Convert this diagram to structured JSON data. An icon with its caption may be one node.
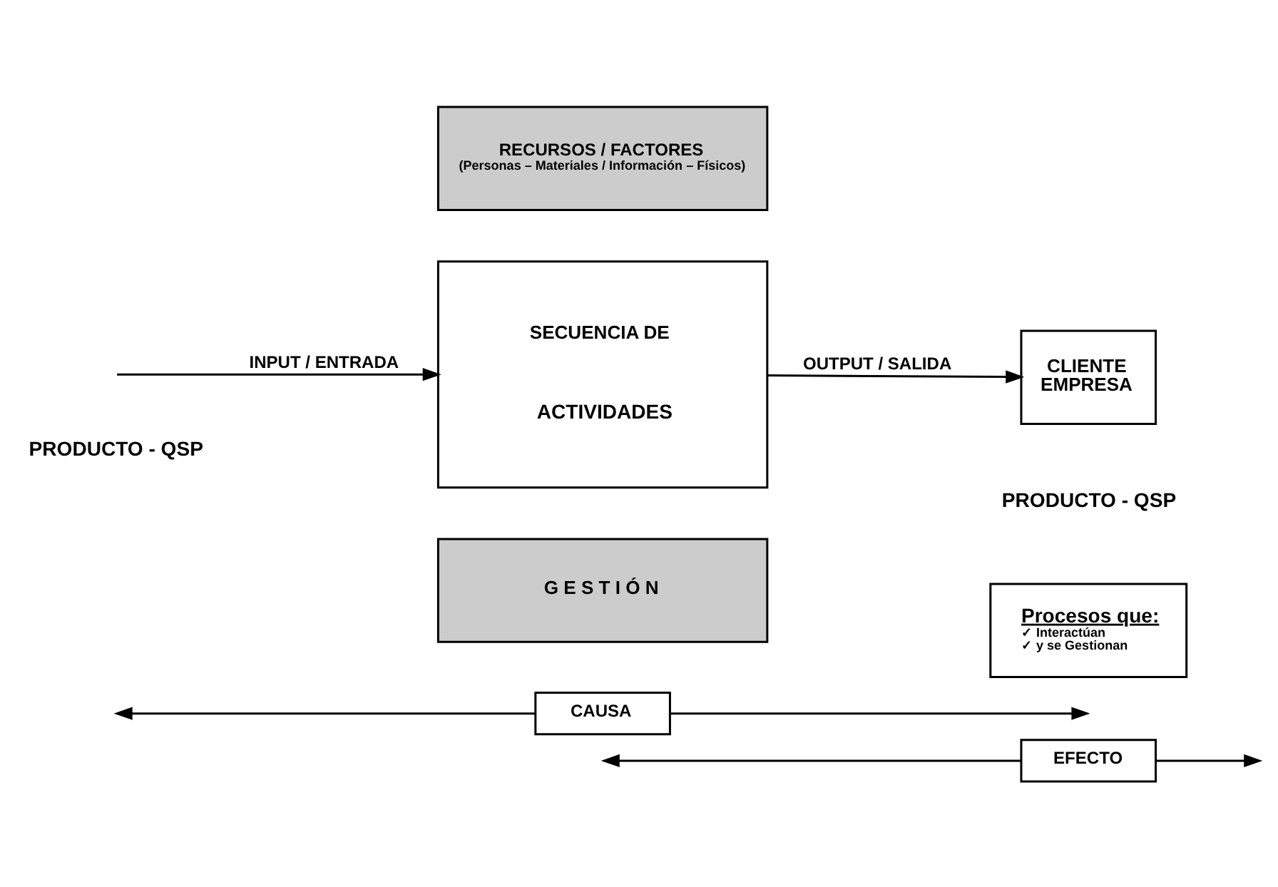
{
  "diagram": {
    "nodes": [
      {
        "text": [
          "RECURSOS / FACTORES",
          "(Personas – Materiales / Información – Físicos)"
        ]
      },
      {
        "text": [
          "SECUENCIA DE",
          "ACTIVIDADES"
        ]
      },
      {
        "text": [
          "G E S T I Ó N"
        ]
      },
      {
        "text": [
          "CLIENTE",
          "EMPRESA"
        ]
      },
      {
        "text": [
          "Procesos que:",
          "✓ Interactúan",
          "✓ y se Gestionan"
        ]
      },
      {
        "text": [
          "CAUSA"
        ]
      },
      {
        "text": [
          "EFECTO"
        ]
      }
    ],
    "edges": [
      {
        "from": null,
        "to": 1,
        "arrow": "to",
        "label": "INPUT / ENTRADA"
      },
      {
        "from": 1,
        "to": 3,
        "arrow": "to",
        "label": "OUTPUT / SALIDA"
      },
      {
        "from": 5,
        "to": null,
        "arrow": "to"
      },
      {
        "from": 5,
        "to": null,
        "arrow": "to"
      },
      {
        "from": 6,
        "to": null,
        "arrow": "to"
      },
      {
        "from": 6,
        "to": null,
        "arrow": "to"
      }
    ],
    "labels": [
      "PRODUCTO - QSP",
      "PRODUCTO - QSP"
    ]
  }
}
